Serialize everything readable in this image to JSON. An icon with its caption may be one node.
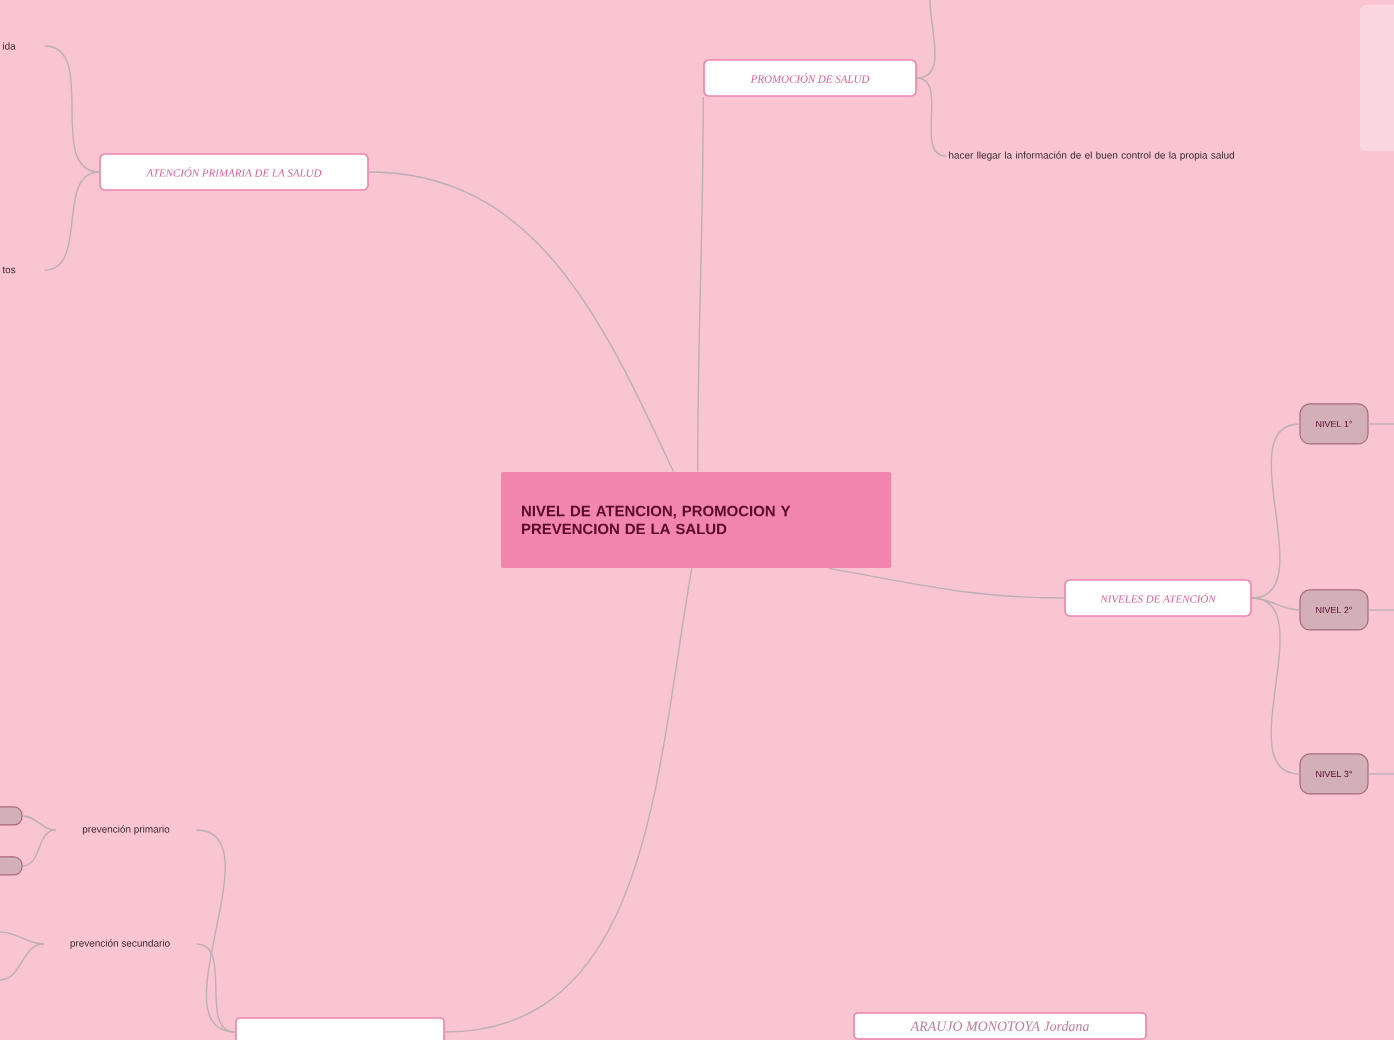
{
  "diagram": {
    "nodes": [
      {
        "text": [
          "NIVEL DE ATENCION, PROMOCION Y PREVENCION DE LA SALUD"
        ]
      },
      {
        "text": [
          "ATENCIÓN PRIMARIA DE LA SALUD"
        ]
      },
      {
        "text": [
          "ida"
        ]
      },
      {
        "text": [
          "tos"
        ]
      },
      {
        "text": [
          "PROMOCIÓN DE SALUD"
        ]
      },
      {
        "text": [
          "hacer llegar la información de el buen control de la propia salud"
        ]
      },
      {
        "text": [
          "NIVELES DE ATENCIÓN"
        ]
      },
      {
        "text": [
          "NIVEL 1°"
        ]
      },
      {
        "text": [
          "NIVEL 2°"
        ]
      },
      {
        "text": [
          "NIVEL 3°"
        ]
      },
      {
        "text": [],
        "shape": "box"
      },
      {
        "text": [
          "prevención primario"
        ]
      },
      {
        "text": [
          "prevención secundario"
        ]
      },
      {
        "text": [],
        "shape": "cylinder"
      },
      {
        "text": [],
        "shape": "cylinder"
      },
      {
        "text": [
          "ARAUJO MONOTOYA Jordana"
        ]
      },
      {
        "text": [],
        "shape": "box"
      }
    ],
    "edges": [
      {
        "from": 0,
        "to": 1,
        "arrow": "none"
      },
      {
        "from": 0,
        "to": 4,
        "arrow": "none"
      },
      {
        "from": 0,
        "to": 6,
        "arrow": "none"
      },
      {
        "from": 0,
        "to": 10,
        "arrow": "none"
      },
      {
        "from": 1,
        "to": 2,
        "arrow": "none"
      },
      {
        "from": 1,
        "to": 3,
        "arrow": "none"
      },
      {
        "from": 4,
        "to": 5,
        "arrow": "none"
      },
      {
        "from": 4,
        "to": null,
        "arrow": "none"
      },
      {
        "from": 6,
        "to": 7,
        "arrow": "none"
      },
      {
        "from": 6,
        "to": 8,
        "arrow": "none"
      },
      {
        "from": 6,
        "to": 9,
        "arrow": "none"
      },
      {
        "from": 7,
        "to": null,
        "arrow": "none"
      },
      {
        "from": 8,
        "to": null,
        "arrow": "none"
      },
      {
        "from": 9,
        "to": null,
        "arrow": "none"
      },
      {
        "from": 10,
        "to": 11,
        "arrow": "none"
      },
      {
        "from": 10,
        "to": 12,
        "arrow": "none"
      },
      {
        "from": 11,
        "to": 13,
        "arrow": "none"
      },
      {
        "from": 11,
        "to": 14,
        "arrow": "none"
      },
      {
        "from": 12,
        "to": null,
        "arrow": "none"
      },
      {
        "from": 12,
        "to": null,
        "arrow": "none"
      }
    ]
  }
}
